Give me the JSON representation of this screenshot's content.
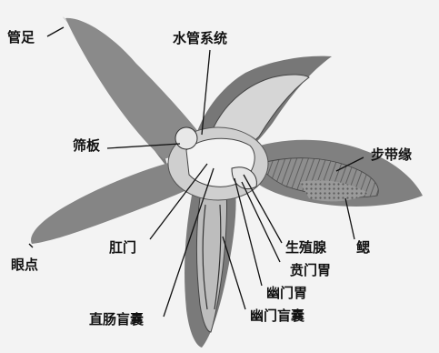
{
  "labels": {
    "tube_feet": "管足",
    "water_vascular_system": "水管系统",
    "madreporite": "筛板",
    "ambulacral_edge": "步带缘",
    "anus": "肛门",
    "gonad": "生殖腺",
    "gills": "鳃",
    "cardiac_stomach": "贲门胃",
    "pyloric_stomach": "幽门胃",
    "rectal_caecum": "直肠盲囊",
    "pyloric_caeca": "幽门盲囊",
    "eyespot": "眼点"
  }
}
